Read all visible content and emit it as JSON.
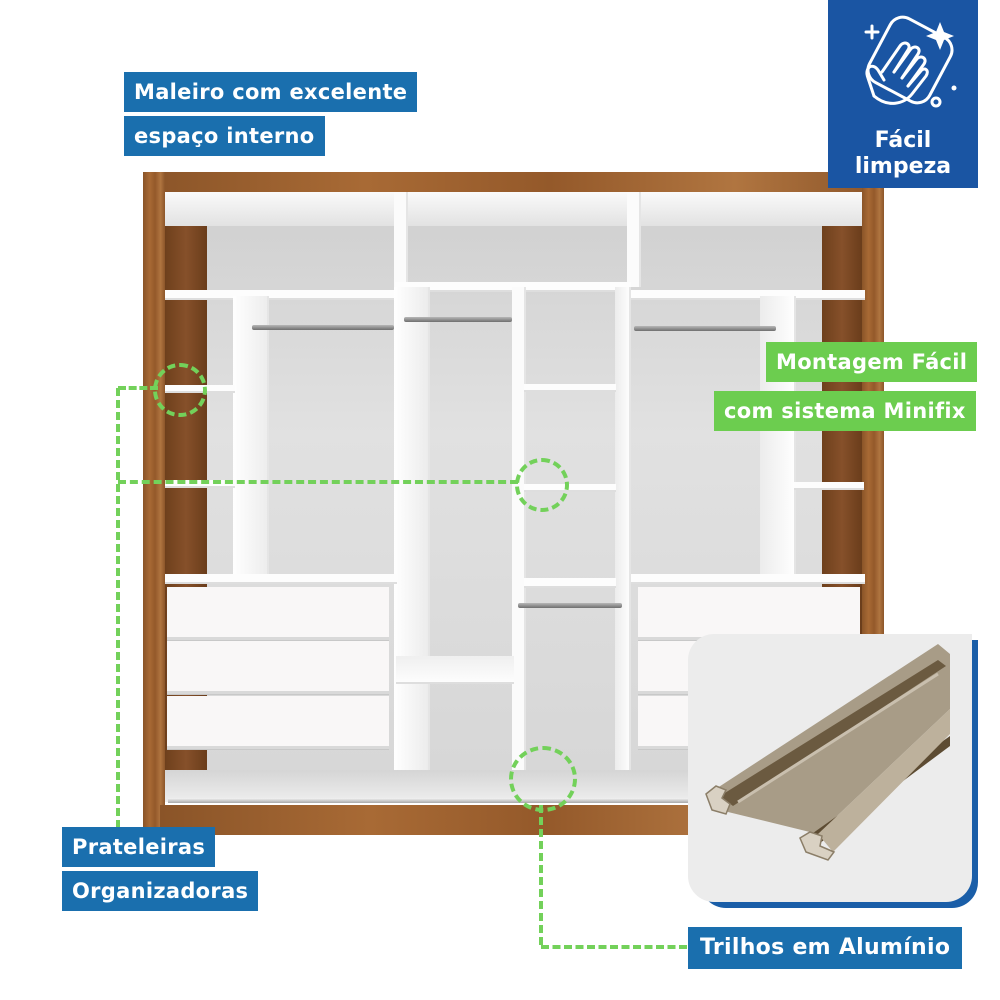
{
  "product": {
    "type": "wardrobe-interior-infographic",
    "colors": {
      "label_blue": "#1a6fae",
      "label_green": "#6ccd4f",
      "badge_blue": "#1a55a3",
      "guide_green": "#73d15a",
      "wood": "#a0632f"
    }
  },
  "labels": {
    "maleiro": {
      "line1": "Maleiro com excelente",
      "line2": "espaço interno"
    },
    "montagem": {
      "line1": "Montagem Fácil",
      "line2": "com sistema Minifix"
    },
    "prateleiras": {
      "line1": "Prateleiras",
      "line2": "Organizadoras"
    },
    "trilhos": {
      "line1": "Trilhos em Alumínio"
    }
  },
  "badge": {
    "icon": "hand-wipe-sparkle-icon",
    "line1": "Fácil",
    "line2": "limpeza"
  },
  "inset": {
    "subject": "aluminum-rail-profile",
    "color": "#a59a86"
  }
}
